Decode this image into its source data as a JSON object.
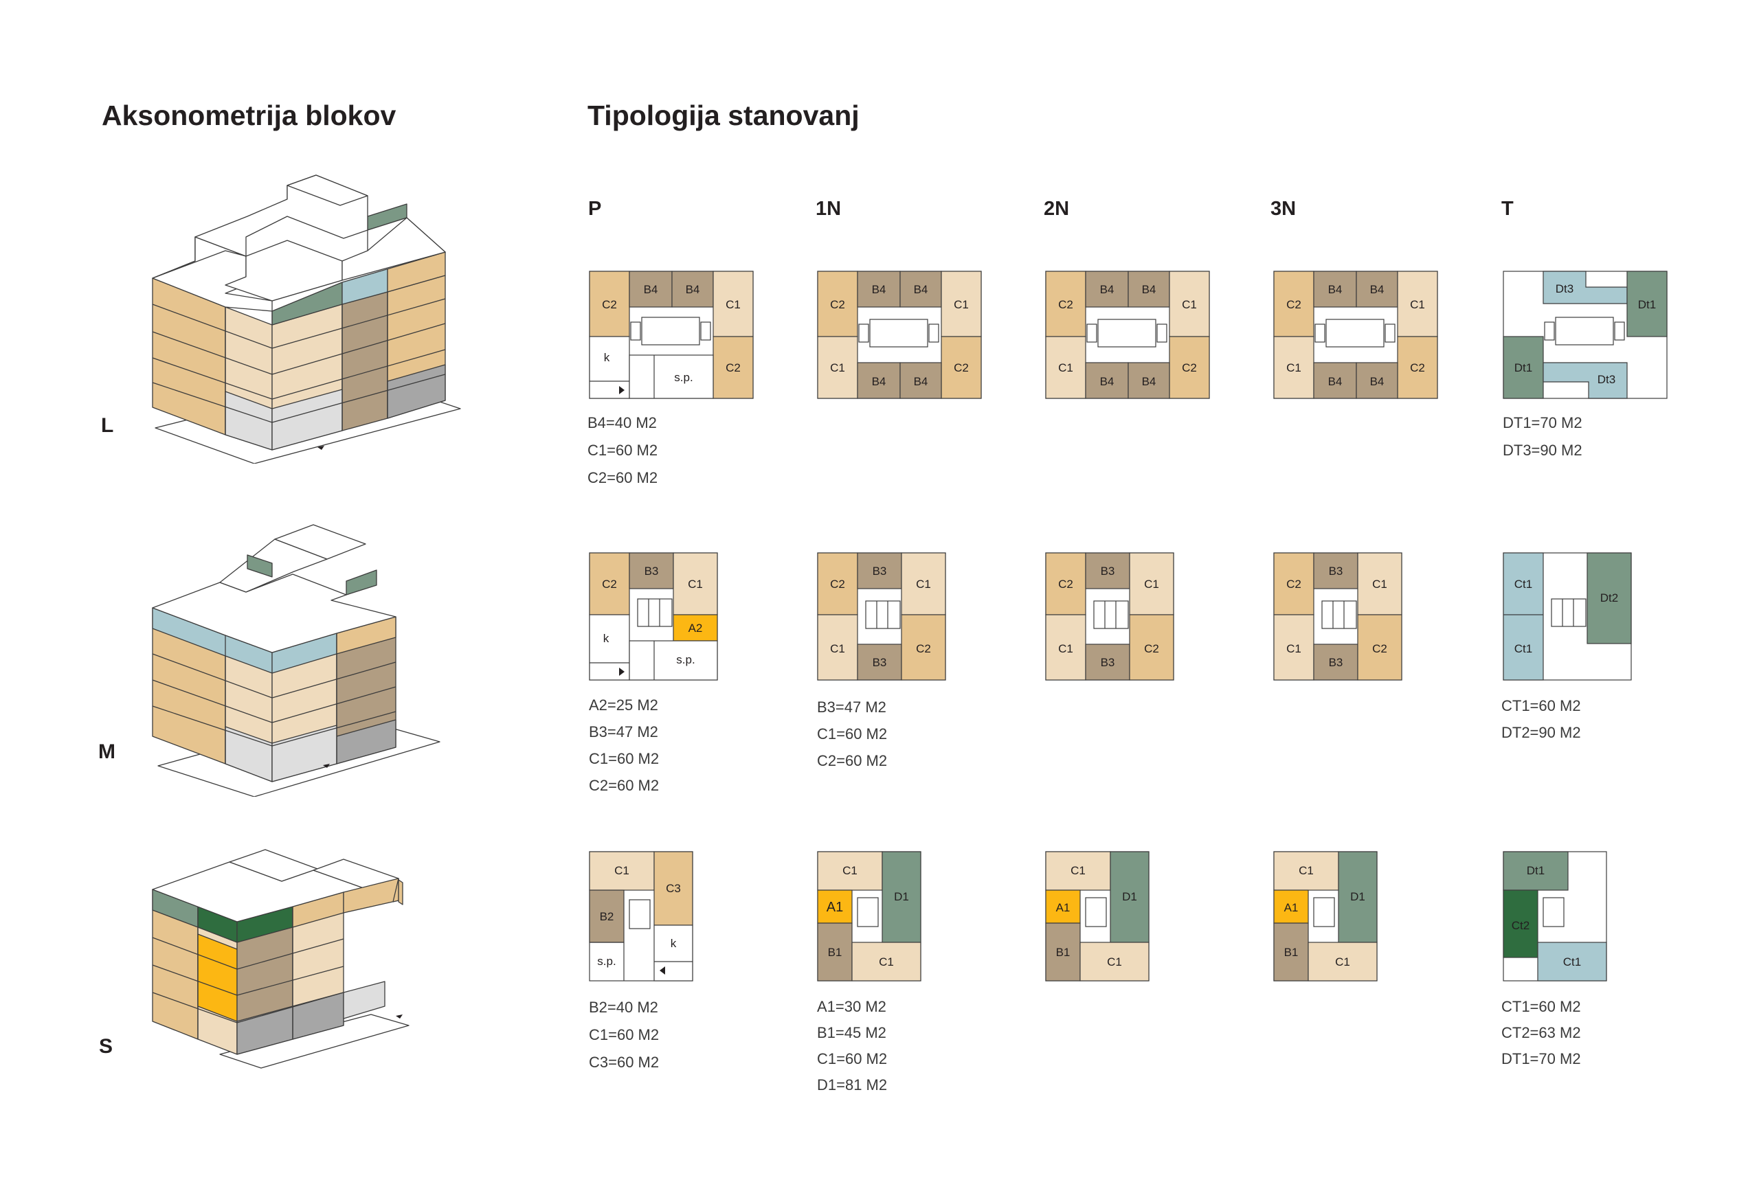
{
  "colors": {
    "A": "#fcb713",
    "B": "#b19d82",
    "C_dark": "#e6c48f",
    "C_light": "#efdbbd",
    "D": "#7b9885",
    "Dt_blue": "#a9c9d0",
    "Ct2_green": "#2f6d3f",
    "ground_grey": "#a6a6a6",
    "ground_light": "#dedede",
    "line": "#3c3c3c"
  },
  "titles": {
    "left": "Aksonometrija blokov",
    "right": "Tipologija stanovanj"
  },
  "row_labels": [
    "L",
    "M",
    "S"
  ],
  "column_labels": [
    "P",
    "1N",
    "2N",
    "3N",
    "T"
  ],
  "plan_labels": {
    "L": {
      "P": [
        "C2",
        "B4",
        "B4",
        "C1",
        "C2",
        "k",
        "s.p."
      ],
      "N1": [
        "C2",
        "B4",
        "B4",
        "C1",
        "C1",
        "C2",
        "B4",
        "B4"
      ],
      "N2": [
        "C2",
        "B4",
        "B4",
        "C1",
        "C1",
        "C2",
        "B4",
        "B4"
      ],
      "N3": [
        "C2",
        "B4",
        "B4",
        "C1",
        "C1",
        "C2",
        "B4",
        "B4"
      ],
      "T": [
        "Dt3",
        "Dt1",
        "Dt1",
        "Dt3"
      ]
    },
    "M": {
      "P": [
        "C2",
        "B3",
        "C1",
        "A2",
        "k",
        "s.p."
      ],
      "N1": [
        "C2",
        "B3",
        "C1",
        "C1",
        "B3",
        "C2"
      ],
      "N2": [
        "C2",
        "B3",
        "C1",
        "C1",
        "B3",
        "C2"
      ],
      "N3": [
        "C2",
        "B3",
        "C1",
        "C1",
        "B3",
        "C2"
      ],
      "T": [
        "Ct1",
        "Dt2",
        "Ct1"
      ]
    },
    "S": {
      "P": [
        "C1",
        "C3",
        "B2",
        "k",
        "s.p."
      ],
      "N1": [
        "C1",
        "D1",
        "A1",
        "B1",
        "C1"
      ],
      "N2": [
        "C1",
        "D1",
        "A1",
        "B1",
        "C1"
      ],
      "N3": [
        "C1",
        "D1",
        "A1",
        "B1",
        "C1"
      ],
      "T": [
        "Dt1",
        "Ct2",
        "Ct1"
      ]
    }
  },
  "areas": {
    "L": {
      "P": [
        "B4=40 M2",
        "C1=60 M2",
        "C2=60 M2"
      ],
      "T": [
        "DT1=70 M2",
        "DT3=90 M2"
      ]
    },
    "M": {
      "P": [
        "A2=25 M2",
        "B3=47 M2",
        "C1=60 M2",
        "C2=60 M2"
      ],
      "N1": [
        "B3=47 M2",
        "C1=60 M2",
        "C2=60 M2"
      ],
      "T": [
        "CT1=60 M2",
        "DT2=90 M2"
      ]
    },
    "S": {
      "P": [
        "B2=40 M2",
        "C1=60 M2",
        "C3=60 M2"
      ],
      "N1": [
        "A1=30 M2",
        "B1=45 M2",
        "C1=60 M2",
        "D1=81 M2"
      ],
      "T": [
        "CT1=60 M2",
        "CT2=63 M2",
        "DT1=70 M2"
      ]
    }
  }
}
